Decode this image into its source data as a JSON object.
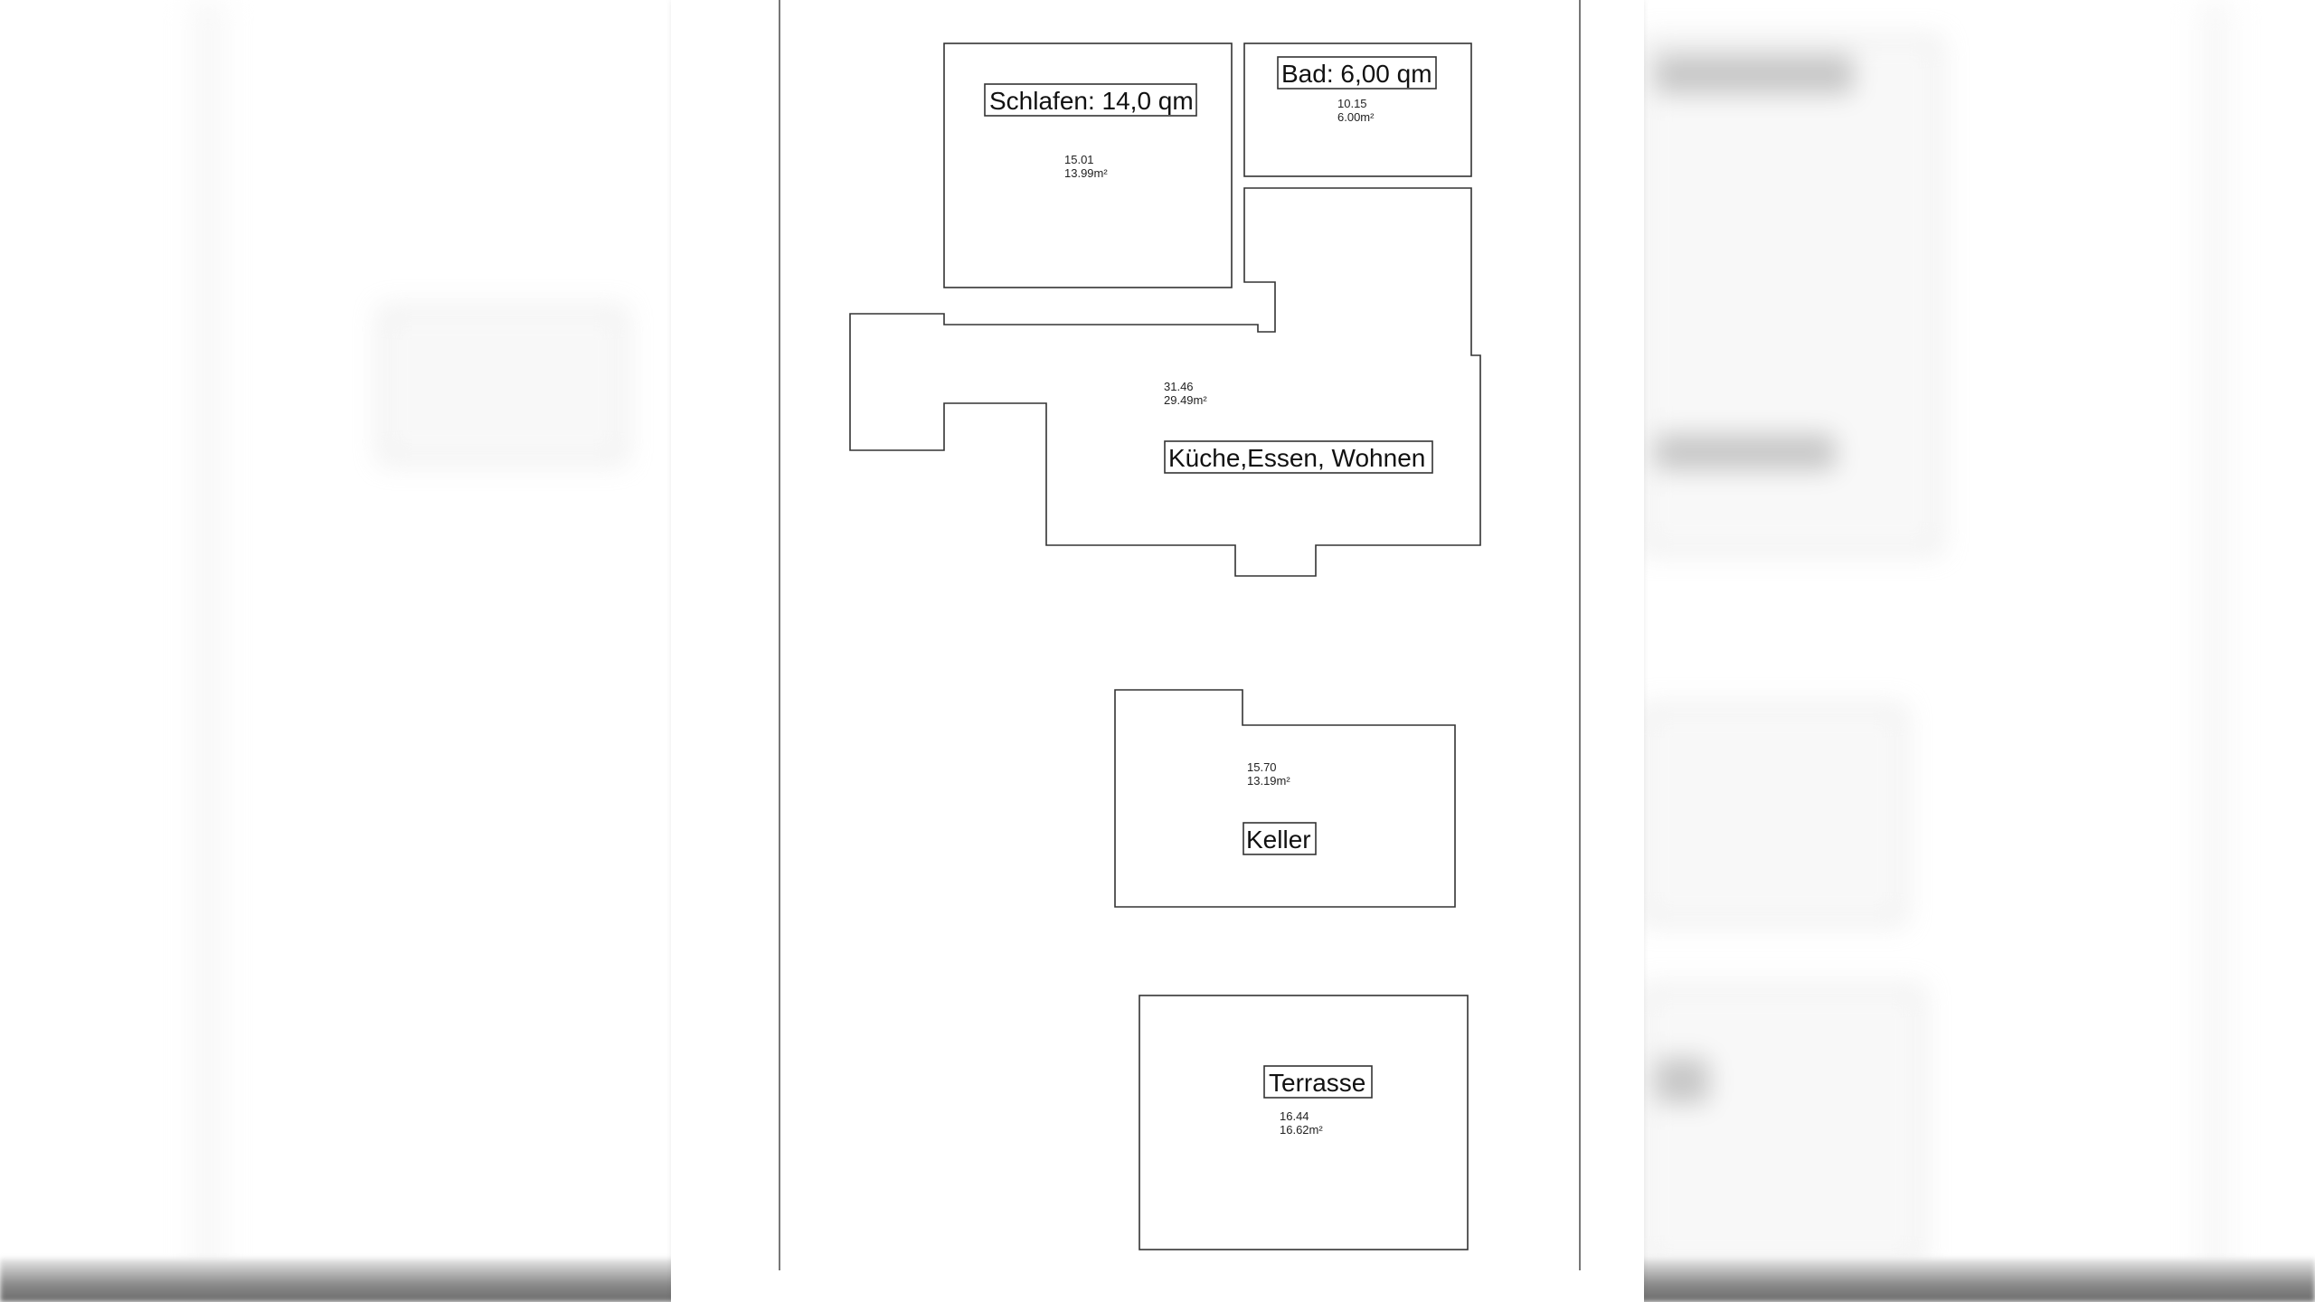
{
  "plan": {
    "rooms": [
      {
        "id": "schlafen",
        "label": "Schlafen: 14,0 qm",
        "perimeter": "15.01",
        "area": "13.99m²"
      },
      {
        "id": "bad",
        "label": "Bad: 6,00 qm",
        "perimeter": "10.15",
        "area": "6.00m²"
      },
      {
        "id": "kueche",
        "label": "Küche,Essen, Wohnen",
        "perimeter": "31.46",
        "area": "29.49m²"
      },
      {
        "id": "keller",
        "label": "Keller",
        "perimeter": "15.70",
        "area": "13.19m²"
      },
      {
        "id": "terrasse",
        "label": "Terrasse",
        "perimeter": "16.44",
        "area": "16.62m²"
      }
    ]
  }
}
